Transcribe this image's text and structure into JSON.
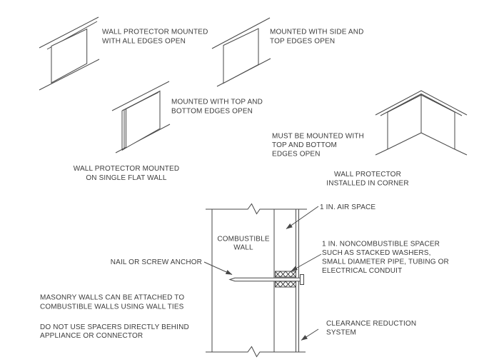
{
  "colors": {
    "background": "#ffffff",
    "line": "#474747",
    "text": "#3c3c3c"
  },
  "mount": {
    "all_edges": {
      "caption": [
        "WALL PROTECTOR MOUNTED",
        "WITH ALL EDGES OPEN"
      ]
    },
    "side_top": {
      "caption": [
        "MOUNTED WITH SIDE AND",
        "TOP EDGES OPEN"
      ]
    },
    "top_bottom": {
      "caption": [
        "MOUNTED WITH TOP AND",
        "BOTTOM EDGES OPEN"
      ]
    },
    "flat_wall": {
      "caption": [
        "WALL PROTECTOR MOUNTED",
        "ON SINGLE FLAT WALL"
      ]
    },
    "corner": {
      "note": [
        "MUST BE MOUNTED WITH",
        "TOP AND BOTTOM",
        "EDGES OPEN"
      ],
      "caption": [
        "WALL PROTECTOR",
        "INSTALLED IN CORNER"
      ]
    }
  },
  "detail": {
    "wall_label": [
      "COMBUSTIBLE",
      "WALL"
    ],
    "air_space_label": "1 IN. AIR SPACE",
    "spacer_label": [
      "1 IN. NONCOMBUSTIBLE SPACER",
      "SUCH AS STACKED WASHERS,",
      "SMALL DIAMETER PIPE, TUBING OR",
      "ELECTRICAL CONDUIT"
    ],
    "anchor_label": "NAIL OR SCREW ANCHOR",
    "masonry_note": [
      "MASONRY WALLS CAN BE ATTACHED TO",
      "COMBUSTIBLE WALLS USING WALL TIES"
    ],
    "spacer_warning": [
      "DO NOT USE SPACERS DIRECTLY BEHIND",
      "APPLIANCE OR CONNECTOR"
    ],
    "system_label": [
      "CLEARANCE REDUCTION",
      "SYSTEM"
    ]
  }
}
